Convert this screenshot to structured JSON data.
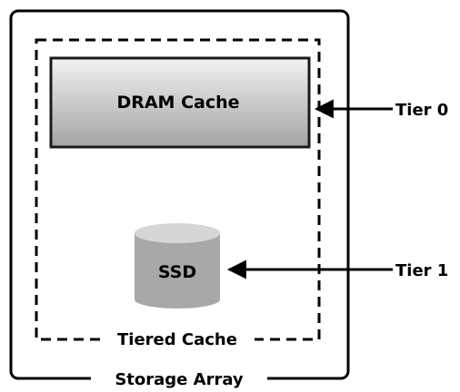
{
  "diagram": {
    "outer_box_label": "Storage Array",
    "inner_box_label": "Tiered Cache",
    "dram_label": "DRAM Cache",
    "ssd_label": "SSD",
    "tier0_label": "Tier 0",
    "tier1_label": "Tier 1"
  },
  "colors": {
    "stroke": "#000000",
    "dram_fill_top": "#f0f0f0",
    "dram_fill_bottom": "#a6a6a6",
    "ssd_body": "#a8a8a8",
    "ssd_top": "#d9d9d9",
    "background": "#ffffff"
  }
}
